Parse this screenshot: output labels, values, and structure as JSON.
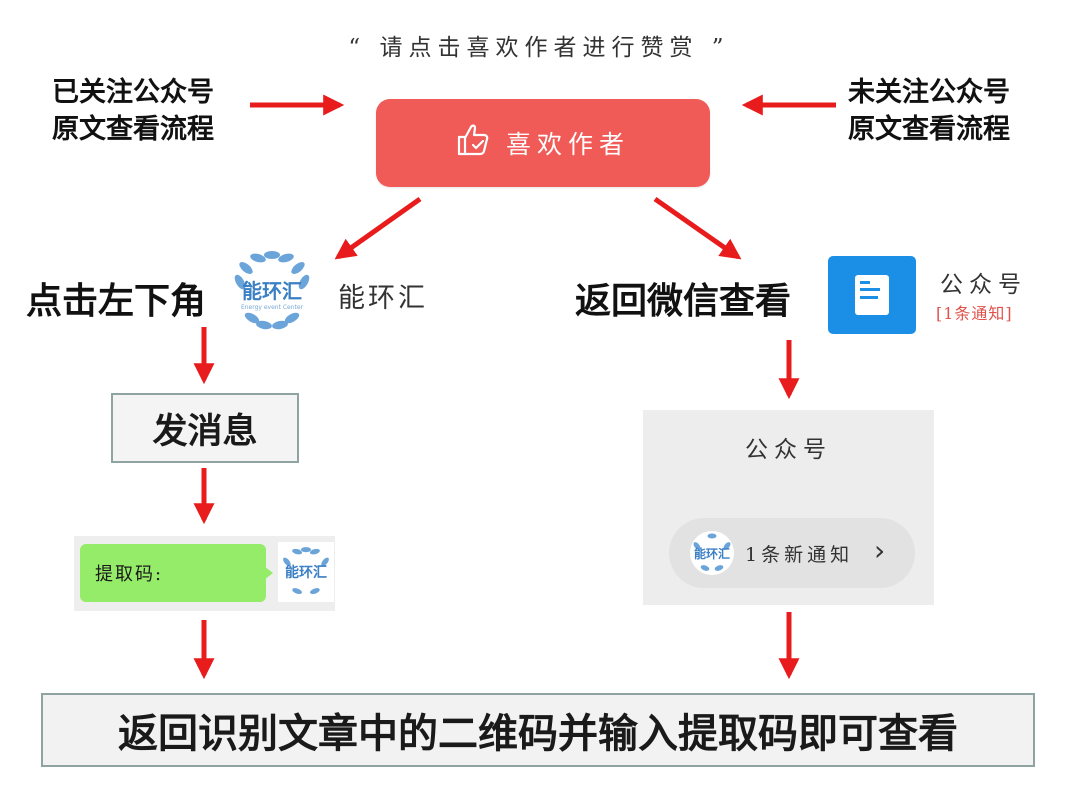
{
  "top_prompt": "“  请点击喜欢作者进行赞赏  ”",
  "left_label": {
    "line1": "已关注公众号",
    "line2": "原文查看流程"
  },
  "right_label": {
    "line1": "未关注公众号",
    "line2": "原文查看流程"
  },
  "like_button": {
    "label": "喜欢作者",
    "icon": "thumbs-up-icon"
  },
  "left_branch": {
    "step_label": "点击左下角",
    "brand_name": "能环汇",
    "logo_text": "能环汇",
    "logo_subtext": "Energy event Center",
    "message_button": "发消息",
    "chat_bubble_text": "提取码:"
  },
  "right_branch": {
    "step_label": "返回微信查看",
    "account_label": "公众号",
    "notification_badge": "[1条通知]",
    "panel_title": "公众号",
    "notice_text": "1条新通知",
    "chevron": "›"
  },
  "final_instruction": "返回识别文章中的二维码并输入提取码即可查看",
  "colors": {
    "arrow": "#e81c1c",
    "like_button": "#f05a57",
    "chat_bubble": "#95ec69",
    "gzh_icon": "#1b8ee6"
  }
}
